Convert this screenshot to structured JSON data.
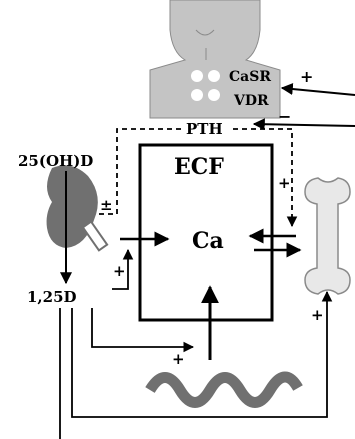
{
  "labels": {
    "casr": "CaSR",
    "vdr": "VDR",
    "pth": "PTH",
    "ecf": "ECF",
    "ca": "Ca",
    "oh_d": "25(OH)D",
    "d125": "1,25D"
  },
  "signs": {
    "casr_input": "+",
    "vdr_input": "−",
    "kidney_pth": "±",
    "kidney_ecf": "+",
    "pth_bone": "+",
    "gut": "+",
    "bone_d": "+"
  },
  "colors": {
    "organ": "#707070",
    "neck": "#c4c4c4",
    "bone": "#e8e8e8",
    "line": "#000000"
  },
  "icons": {
    "neck": "neck-parathyroid-icon",
    "kidney": "kidney-icon",
    "bone": "bone-icon",
    "gut": "intestine-icon"
  }
}
